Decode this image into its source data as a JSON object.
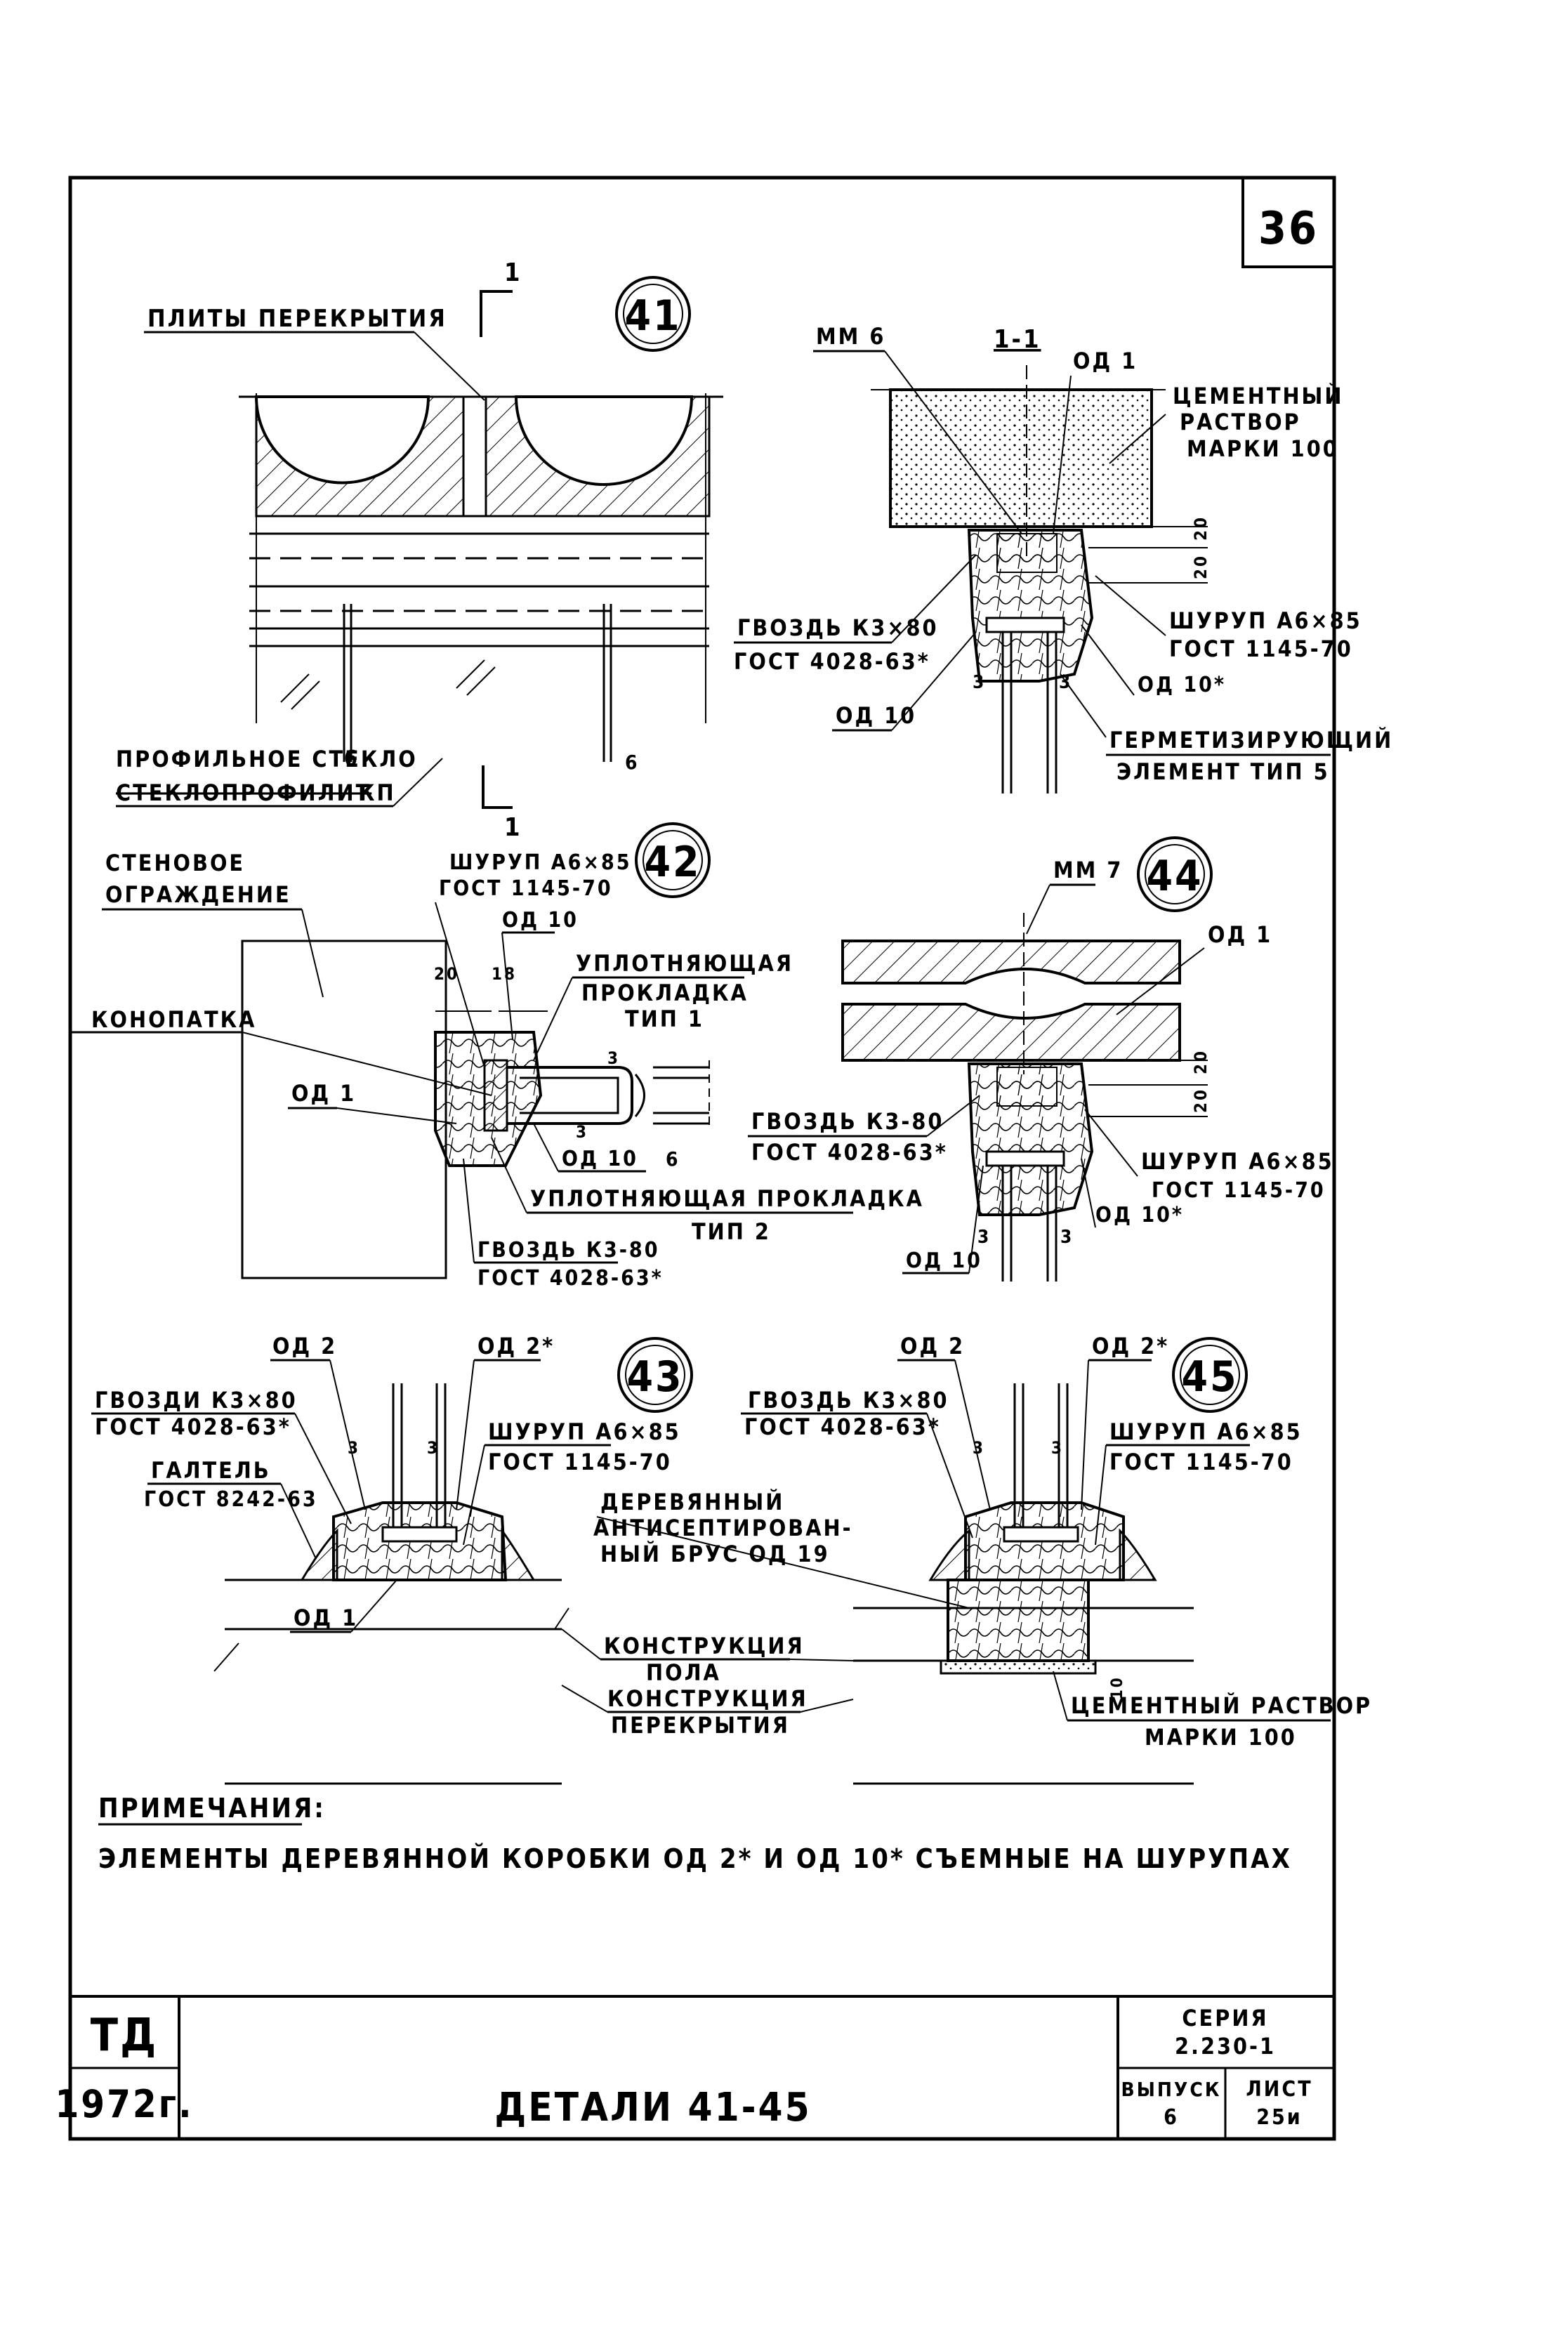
{
  "sheet_number": "36",
  "details": {
    "d41": {
      "number": "41",
      "section_mark": "1",
      "labels": {
        "plates": "ПЛИТЫ ПЕРЕКРЫТИЯ",
        "glass": "ПРОФИЛЬНОЕ СТЕКЛО",
        "glass_dim": "6",
        "steklo": "СТЕКЛОПРОФИЛИТ",
        "kp": "КП",
        "dim6": "6"
      }
    },
    "d11": {
      "title": "1-1",
      "labels": {
        "mm6": "ММ 6",
        "od1": "ОД 1",
        "cement1": "ЦЕМЕНТНЫЙ",
        "cement2": "РАСТВОР",
        "cement3": "МАРКИ 100",
        "dim20a": "20",
        "dim20b": "20",
        "nail1": "ГВОЗДЬ К3×80",
        "nail2": "ГОСТ 4028-63*",
        "screw1": "ШУРУП А6×85",
        "screw2": "ГОСТ 1145-70",
        "od10s": "ОД 10*",
        "od10": "ОД 10",
        "dim3a": "3",
        "dim3b": "3",
        "seal1": "ГЕРМЕТИЗИРУЮЩИЙ",
        "seal2": "ЭЛЕМЕНТ ТИП 5"
      }
    },
    "d42": {
      "number": "42",
      "labels": {
        "wall1": "СТЕНОВОЕ",
        "wall2": "ОГРАЖДЕНИЕ",
        "screw1": "ШУРУП А6×85",
        "screw2": "ГОСТ 1145-70",
        "od10a": "ОД 10",
        "dim20": "20",
        "dim18": "18",
        "gasket1a": "УПЛОТНЯЮЩАЯ",
        "gasket1b": "ПРОКЛАДКА",
        "gasket1c": "ТИП 1",
        "caulk": "КОНОПАТКА",
        "od1": "ОД 1",
        "dim3a": "3",
        "dim3b": "3",
        "od10b": "ОД 10",
        "dim6": "6",
        "gasket2a": "УПЛОТНЯЮЩАЯ ПРОКЛАДКА",
        "gasket2b": "ТИП 2",
        "nail1": "ГВОЗДЬ К3-80",
        "nail2": "ГОСТ 4028-63*"
      }
    },
    "d44": {
      "number": "44",
      "labels": {
        "mm7": "ММ 7",
        "od1": "ОД 1",
        "dim20a": "20",
        "dim20b": "20",
        "nail1": "ГВОЗДЬ К3-80",
        "nail2": "ГОСТ 4028-63*",
        "screw1": "ШУРУП А6×85",
        "screw2": "ГОСТ 1145-70",
        "od10s": "ОД 10*",
        "od10": "ОД 10",
        "dim3a": "3",
        "dim3b": "3"
      }
    },
    "d43": {
      "number": "43",
      "labels": {
        "od2": "ОД 2",
        "od2s": "ОД 2*",
        "nails1": "ГВОЗДИ К3×80",
        "nails2": "ГОСТ 4028-63*",
        "fillet1": "ГАЛТЕЛЬ",
        "fillet2": "ГОСТ 8242-63",
        "screw1": "ШУРУП А6×85",
        "screw2": "ГОСТ 1145-70",
        "dim3a": "3",
        "dim3b": "3",
        "od1": "ОД 1"
      }
    },
    "d45": {
      "number": "45",
      "labels": {
        "od2": "ОД 2",
        "od2s": "ОД 2*",
        "nail1": "ГВОЗДЬ К3×80",
        "nail2": "ГОСТ 4028-63*",
        "screw1": "ШУРУП А6×85",
        "screw2": "ГОСТ 1145-70",
        "dim3a": "3",
        "dim3b": "3",
        "beam1": "ДЕРЕВЯННЫЙ",
        "beam2": "АНТИСЕПТИРОВАН-",
        "beam3": "НЫЙ БРУС ОД 19",
        "dim10": "10",
        "cement1": "ЦЕМЕНТНЫЙ РАСТВОР",
        "cement2": "МАРКИ 100"
      }
    },
    "shared": {
      "floor1": "КОНСТРУКЦИЯ",
      "floor2": "ПОЛА",
      "slab1": "КОНСТРУКЦИЯ",
      "slab2": "ПЕРЕКРЫТИЯ"
    }
  },
  "notes": {
    "heading": "ПРИМЕЧАНИЯ:",
    "text": "ЭЛЕМЕНТЫ ДЕРЕВЯННОЙ КОРОБКИ ОД 2* И ОД 10* СЪЕМНЫЕ НА ШУРУПАХ"
  },
  "title_block": {
    "org": "ТД",
    "year": "1972г.",
    "title": "ДЕТАЛИ 41-45",
    "series_label": "СЕРИЯ",
    "series_value": "2.230-1",
    "issue_label": "ВЫПУСК",
    "issue_value": "6",
    "sheet_label": "ЛИСТ",
    "sheet_value": "25и"
  }
}
